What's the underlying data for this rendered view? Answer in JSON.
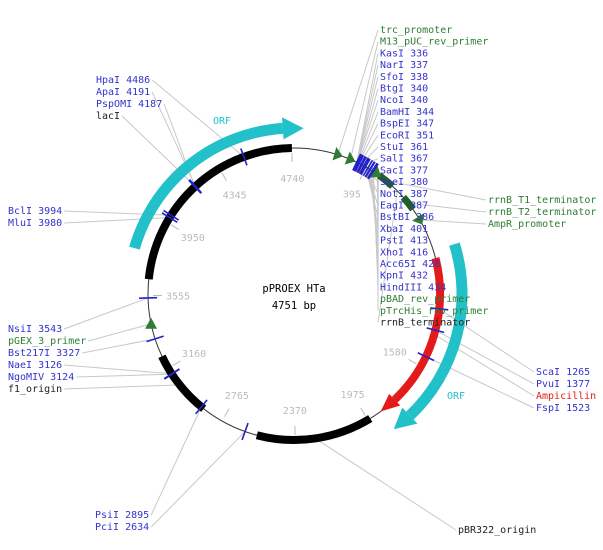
{
  "plasmid": {
    "name": "pPROEX HTa",
    "length_label": "4751 bp",
    "length": 4751
  },
  "colors": {
    "site": "#3333cc",
    "feature": "#2e7d32",
    "misc": "#222222",
    "ampicillin": "#e41a1a",
    "orf": "#22c1c9",
    "backbone": "#000000",
    "tick_label": "#bbbbbb",
    "leader": "#c8c8c8"
  },
  "ticks": [
    {
      "label": "4740",
      "bp": 4740
    },
    {
      "label": "4345",
      "bp": 4345
    },
    {
      "label": "3950",
      "bp": 3950
    },
    {
      "label": "3555",
      "bp": 3555
    },
    {
      "label": "3160",
      "bp": 3160
    },
    {
      "label": "2765",
      "bp": 2765
    },
    {
      "label": "2370",
      "bp": 2370
    },
    {
      "label": "1975",
      "bp": 1975
    },
    {
      "label": "1580",
      "bp": 1580
    },
    {
      "label": "395",
      "bp": 395
    }
  ],
  "sites": [
    {
      "label": "KasI 336",
      "bp": 336
    },
    {
      "label": "NarI 337",
      "bp": 337
    },
    {
      "label": "SfoI 338",
      "bp": 338
    },
    {
      "label": "BtgI 340",
      "bp": 340
    },
    {
      "label": "NcoI 340",
      "bp": 340
    },
    {
      "label": "BamHI 344",
      "bp": 344
    },
    {
      "label": "BspEI 347",
      "bp": 347
    },
    {
      "label": "EcoRI 351",
      "bp": 351
    },
    {
      "label": "StuI 361",
      "bp": 361
    },
    {
      "label": "SalI 367",
      "bp": 367
    },
    {
      "label": "SacI 377",
      "bp": 377
    },
    {
      "label": "SpeI 380",
      "bp": 380
    },
    {
      "label": "NotI 387",
      "bp": 387
    },
    {
      "label": "EagI 387",
      "bp": 387
    },
    {
      "label": "BstBI 386",
      "bp": 386
    },
    {
      "label": "XbaI 401",
      "bp": 401
    },
    {
      "label": "PstI 413",
      "bp": 413
    },
    {
      "label": "XhoI 416",
      "bp": 416
    },
    {
      "label": "Acc65I 428",
      "bp": 428
    },
    {
      "label": "KpnI 432",
      "bp": 432
    },
    {
      "label": "HindIII 434",
      "bp": 434
    },
    {
      "label": "ScaI 1265",
      "bp": 1265
    },
    {
      "label": "PvuI 1377",
      "bp": 1377
    },
    {
      "label": "FspI 1523",
      "bp": 1523
    },
    {
      "label": "PsiI 2895",
      "bp": 2895
    },
    {
      "label": "PciI 2634",
      "bp": 2634
    },
    {
      "label": "NsiI 3543",
      "bp": 3543
    },
    {
      "label": "Bst217I 3327",
      "bp": 3327
    },
    {
      "label": "NaeI 3126",
      "bp": 3126
    },
    {
      "label": "NgoMIV 3124",
      "bp": 3124
    },
    {
      "label": "BclI 3994",
      "bp": 3994
    },
    {
      "label": "MluI 3980",
      "bp": 3980
    },
    {
      "label": "HpaI 4486",
      "bp": 4486
    },
    {
      "label": "ApaI 4191",
      "bp": 4191
    },
    {
      "label": "PspOMI 4187",
      "bp": 4187
    }
  ],
  "features": [
    {
      "label": "trc_promoter",
      "type": "promoter",
      "start": 215,
      "end": 245
    },
    {
      "label": "M13_pUC_rev_primer",
      "type": "primer",
      "start": 290,
      "end": 310
    },
    {
      "label": "pBAD_rev_primer",
      "type": "primer",
      "start": 450,
      "end": 470
    },
    {
      "label": "pTrcHis_rev_primer",
      "type": "primer",
      "start": 455,
      "end": 475
    },
    {
      "label": "rrnB_terminator",
      "type": "terminator",
      "start": 470,
      "end": 720
    },
    {
      "label": "rrnB_T1_terminator",
      "type": "terminator",
      "start": 470,
      "end": 560
    },
    {
      "label": "rrnB_T2_terminator",
      "type": "terminator",
      "start": 640,
      "end": 720
    },
    {
      "label": "AmpR_promoter",
      "type": "promoter",
      "start": 770,
      "end": 800
    },
    {
      "label": "Ampicillin",
      "type": "gene",
      "start": 1000,
      "end": 1800
    },
    {
      "label": "ORF",
      "type": "orf",
      "start": 960,
      "end": 1800
    },
    {
      "label": "pBR322_origin",
      "type": "origin",
      "start": 1960,
      "end": 2570
    },
    {
      "label": "f1_origin",
      "type": "origin",
      "start": 2880,
      "end": 3230
    },
    {
      "label": "pGEX_3_primer",
      "type": "primer",
      "start": 3395,
      "end": 3420
    },
    {
      "label": "lacI",
      "type": "gene",
      "start": 3640,
      "end": 4740
    },
    {
      "label": "ORF",
      "type": "orf",
      "start": 3775,
      "end": 4700
    }
  ]
}
